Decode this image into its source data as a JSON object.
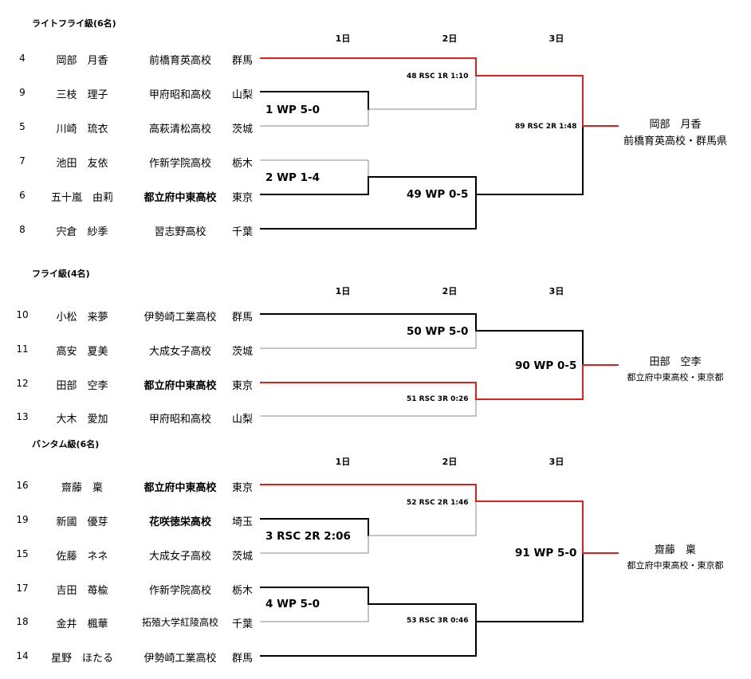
{
  "rounds": [
    "1日",
    "2日",
    "3日"
  ],
  "divisions": [
    {
      "title": "ライトフライ級(6名)",
      "players": [
        {
          "seed": "4",
          "name": "岡部　月香",
          "school": "前橋育英高校",
          "bold": false,
          "pref": "群馬"
        },
        {
          "seed": "9",
          "name": "三枝　理子",
          "school": "甲府昭和高校",
          "bold": false,
          "pref": "山梨"
        },
        {
          "seed": "5",
          "name": "川崎　琉衣",
          "school": "高萩清松高校",
          "bold": false,
          "pref": "茨城"
        },
        {
          "seed": "7",
          "name": "池田　友依",
          "school": "作新学院高校",
          "bold": false,
          "pref": "栃木"
        },
        {
          "seed": "6",
          "name": "五十嵐　由莉",
          "school": "都立府中東高校",
          "bold": true,
          "pref": "東京"
        },
        {
          "seed": "8",
          "name": "宍倉　紗季",
          "school": "習志野高校",
          "bold": false,
          "pref": "千葉"
        }
      ],
      "matches": [
        "1  WP 5-0",
        "2  WP 1-4",
        "48  RSC 1R 1:10",
        "49  WP 0-5",
        "89 RSC 2R 1:48"
      ],
      "winner": {
        "name": "岡部　月香",
        "info": "前橋育英高校・群馬県"
      }
    },
    {
      "title": "フライ級(4名)",
      "players": [
        {
          "seed": "10",
          "name": "小松　来夢",
          "school": "伊勢崎工業高校",
          "bold": false,
          "pref": "群馬"
        },
        {
          "seed": "11",
          "name": "高安　夏美",
          "school": "大成女子高校",
          "bold": false,
          "pref": "茨城"
        },
        {
          "seed": "12",
          "name": "田部　空李",
          "school": "都立府中東高校",
          "bold": true,
          "pref": "東京"
        },
        {
          "seed": "13",
          "name": "大木　愛加",
          "school": "甲府昭和高校",
          "bold": false,
          "pref": "山梨"
        }
      ],
      "matches": [
        "50  WP 5-0",
        "51  RSC 3R 0:26",
        "90 WP 0-5"
      ],
      "winner": {
        "name": "田部　空李",
        "info": "都立府中東高校・東京都"
      }
    },
    {
      "title": "バンタム級(6名)",
      "players": [
        {
          "seed": "16",
          "name": "齋藤　稟",
          "school": "都立府中東高校",
          "bold": true,
          "pref": "東京"
        },
        {
          "seed": "19",
          "name": "新國　優芽",
          "school": "花咲徳栄高校",
          "bold": true,
          "pref": "埼玉"
        },
        {
          "seed": "15",
          "name": "佐藤　ネネ",
          "school": "大成女子高校",
          "bold": false,
          "pref": "茨城"
        },
        {
          "seed": "17",
          "name": "吉田　苺楡",
          "school": "作新学院高校",
          "bold": false,
          "pref": "栃木"
        },
        {
          "seed": "18",
          "name": "金井　楓華",
          "school": "拓殖大学紅陵高校",
          "bold": false,
          "pref": "千葉"
        },
        {
          "seed": "14",
          "name": "星野　ほたる",
          "school": "伊勢崎工業高校",
          "bold": false,
          "pref": "群馬"
        }
      ],
      "matches": [
        "3  RSC 2R 2:06",
        "4  WP 5-0",
        "52  RSC 2R 1:46",
        "53  RSC 3R 0:46",
        "91 WP 5-0"
      ],
      "winner": {
        "name": "齋藤　稟",
        "info": "都立府中東高校・東京都"
      }
    }
  ]
}
